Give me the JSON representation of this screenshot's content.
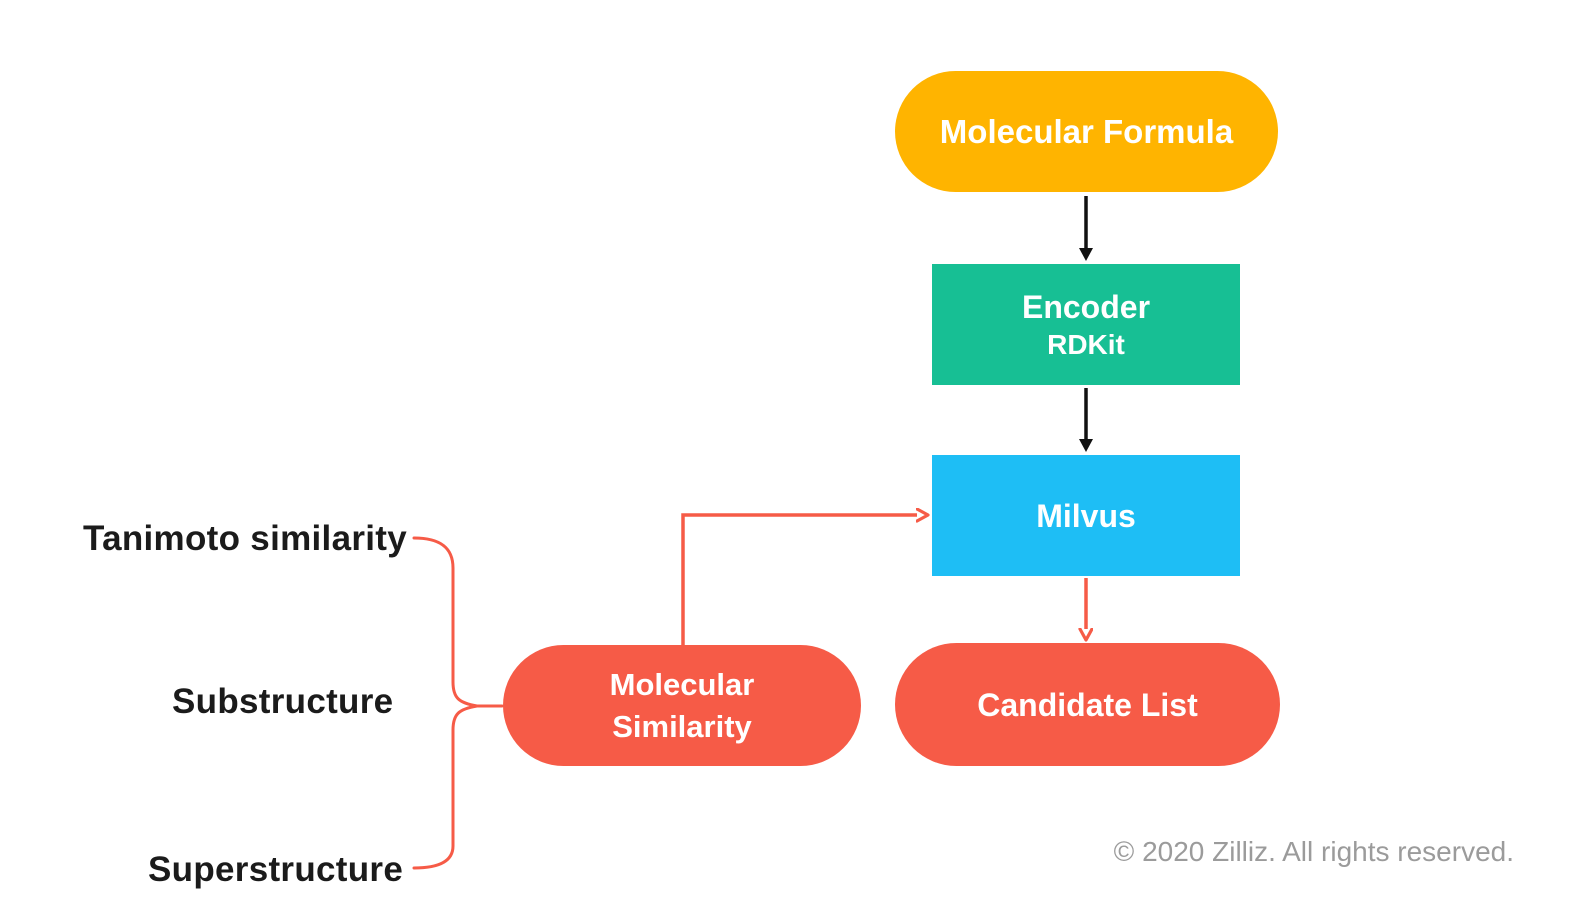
{
  "diagram": {
    "nodes": {
      "molecular_formula": {
        "label": "Molecular Formula",
        "color": "#FFB400",
        "shape": "pill"
      },
      "encoder": {
        "title": "Encoder",
        "subtitle": "RDKit",
        "color": "#17BF94",
        "shape": "rect"
      },
      "milvus": {
        "label": "Milvus",
        "color": "#1EBEF5",
        "shape": "rect"
      },
      "candidate_list": {
        "label": "Candidate List",
        "color": "#F65B47",
        "shape": "pill"
      },
      "molecular_similarity": {
        "line1": "Molecular",
        "line2": "Similarity",
        "color": "#F65B47",
        "shape": "pill"
      }
    },
    "side_labels": {
      "tanimoto": "Tanimoto similarity",
      "substructure": "Substructure",
      "superstructure": "Superstructure"
    },
    "connectors": {
      "black_color": "#111111",
      "red_color": "#F65B47",
      "edges": [
        "molecular_formula -> encoder (black arrow)",
        "encoder -> milvus (black arrow)",
        "milvus -> candidate_list (red arrow)",
        "molecular_similarity -> milvus (red elbow arrow)",
        "brace(tanimoto, substructure, superstructure) -> molecular_similarity (red curly brace)"
      ]
    },
    "footer": "© 2020 Zilliz. All rights reserved."
  }
}
